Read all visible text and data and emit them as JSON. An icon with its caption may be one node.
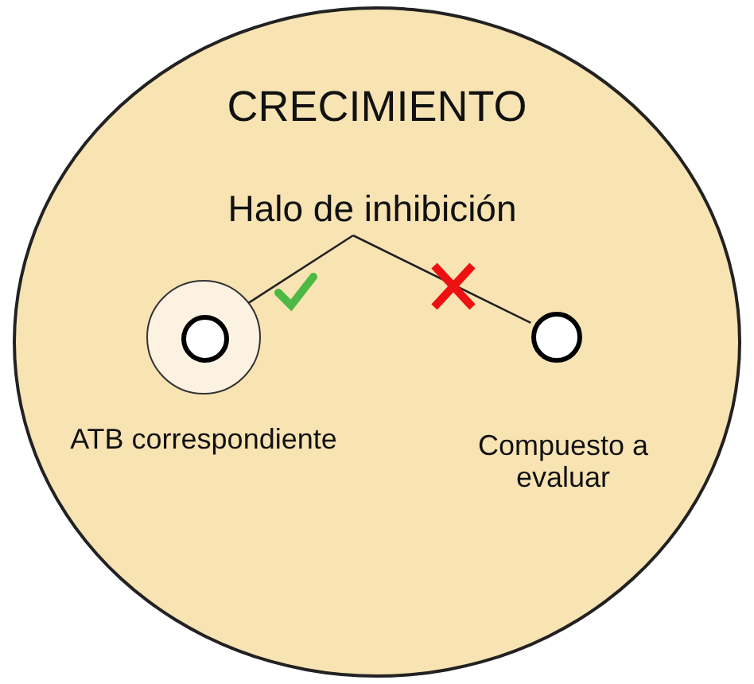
{
  "diagram": {
    "nodes": [
      {
        "text": [
          "CRECIMIENTO"
        ]
      },
      {
        "text": [
          "Halo de inhibición"
        ],
        "in": 0
      },
      {
        "text": [],
        "shape": "circle",
        "in": 0,
        "beside": [
          "ATB correspondiente"
        ]
      },
      {
        "text": [],
        "shape": "circle",
        "in": 2
      },
      {
        "text": [],
        "shape": "circle",
        "in": 0,
        "beside": [
          "Compuesto a evaluar"
        ]
      }
    ],
    "edges": [
      {
        "from": 1,
        "to": 2,
        "arrow": "none"
      },
      {
        "from": 1,
        "to": 4,
        "arrow": "none"
      }
    ]
  }
}
